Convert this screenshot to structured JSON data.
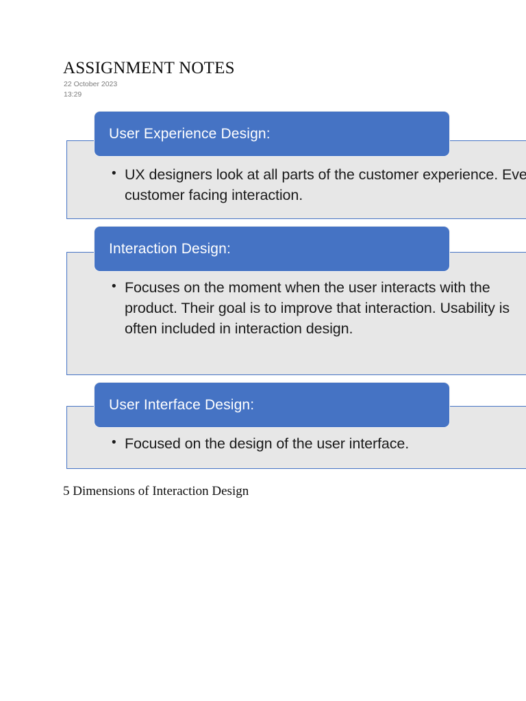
{
  "document": {
    "title": "ASSIGNMENT NOTES",
    "date": "22 October 2023",
    "time": "13:29",
    "caption": "5 Dimensions of Interaction Design"
  },
  "colors": {
    "header_blue": "#4573C4",
    "body_gray": "#E7E7E7",
    "border_blue": "#4472C4",
    "meta_gray": "#7B7B7B",
    "text_black": "#1A1A1A"
  },
  "callouts": [
    {
      "heading": "User Experience Design:",
      "bullets": [
        "UX designers look at all parts of the customer experience. Every customer facing interaction."
      ]
    },
    {
      "heading": "Interaction Design:",
      "bullets": [
        "Focuses on the moment when the user interacts with the product. Their goal is to improve that interaction. Usability is often included in interaction design."
      ]
    },
    {
      "heading": "User Interface Design:",
      "bullets": [
        "Focused on the design of the user interface."
      ]
    }
  ]
}
